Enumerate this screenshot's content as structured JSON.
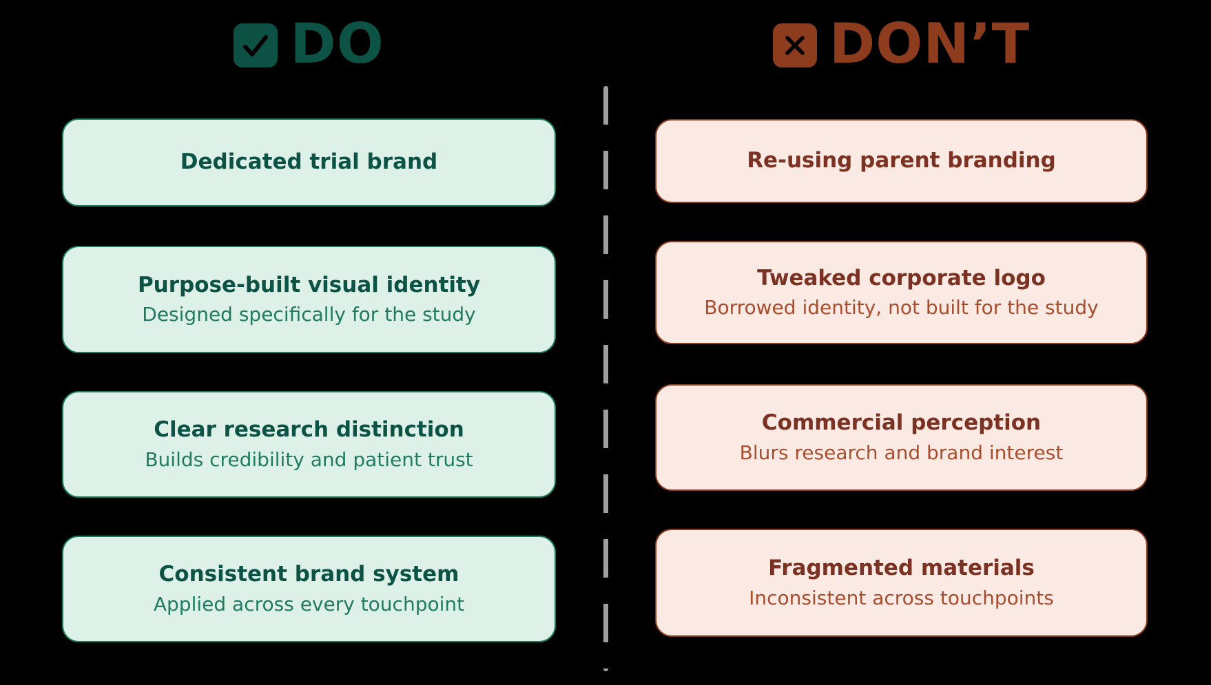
{
  "page": {
    "background": "#000000"
  },
  "divider": {
    "style": "vertical-dashed",
    "color": "#9e9e9e"
  },
  "columns": {
    "do": {
      "header": {
        "label": "DO",
        "icon": "check-icon",
        "text_color": "#0d5345",
        "icon_bg": "#0d5044"
      },
      "card_bg": "#def1e9",
      "card_border": "#1b7a60",
      "title_color": "#0d5345",
      "subtitle_color": "#217a61",
      "cards": [
        {
          "title": "Dedicated trial brand",
          "subtitle": ""
        },
        {
          "title": "Purpose-built visual identity",
          "subtitle": "Designed specifically for the study"
        },
        {
          "title": "Clear research distinction",
          "subtitle": "Builds credibility and patient trust"
        },
        {
          "title": "Consistent brand system",
          "subtitle": "Applied across every touchpoint"
        }
      ]
    },
    "dont": {
      "header": {
        "label": "DON’T",
        "icon": "x-icon",
        "text_color": "#8e3c1e",
        "icon_bg": "#8e3c1e"
      },
      "card_bg": "#fbeae3",
      "card_border": "#8a3a1c",
      "title_color": "#7c3222",
      "subtitle_color": "#a84e2f",
      "cards": [
        {
          "title": "Re-using parent branding",
          "subtitle": ""
        },
        {
          "title": "Tweaked corporate logo",
          "subtitle": "Borrowed identity, not built for the study"
        },
        {
          "title": "Commercial perception",
          "subtitle": "Blurs research and brand interest"
        },
        {
          "title": "Fragmented materials",
          "subtitle": "Inconsistent across touchpoints"
        }
      ]
    }
  }
}
